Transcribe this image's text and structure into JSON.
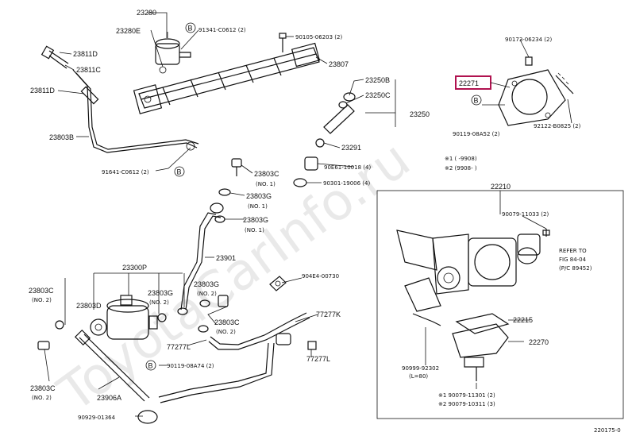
{
  "watermark": "ToyotaCarInfo.ru",
  "figure_id": "220175-0",
  "highlight_color": "#b0124f",
  "callouts": {
    "p23280": "23280",
    "p23280E": "23280E",
    "b1": "91341-C0612 (2)",
    "p90105": "90105-06203 (2)",
    "p23807": "23807",
    "p23811D_a": "23811D",
    "p23811C": "23811C",
    "p23811D_b": "23811D",
    "p23803B": "23803B",
    "b2": "91641-C0612 (2)",
    "p23250B": "23250B",
    "p23250C": "23250C",
    "p23250": "23250",
    "p23291": "23291",
    "p90861": "90E61-10018 (4)",
    "p90301": "90301-19006 (4)",
    "p90173": "90173-06234 (2)",
    "p22271": "22271",
    "b3": "90119-08A52 (2)",
    "p92122": "92122-B0825 (2)",
    "note1": "※1 (     -9908)",
    "note2": "※2 (9908-     )",
    "p23803C_a": "23803C",
    "no1_a": "(NO. 1)",
    "p23803G_a": "23803G",
    "no1_b": "(NO. 1)",
    "p23803G_b": "23803G",
    "no1_c": "(NO. 1)",
    "p23901": "23901",
    "p23300P": "23300P",
    "p23803C_b": "23803C",
    "no2_a": "(NO. 2)",
    "p23803D": "23803D",
    "p23803G_c": "23803G",
    "no2_b": "(NO. 2)",
    "p23803G_d": "23803G",
    "no2_c": "(NO. 2)",
    "p23803C_c": "23803C",
    "no2_d": "(NO. 2)",
    "p77277L_a": "77277L",
    "p904E4": "904E4-00730",
    "p77277K": "77277K",
    "p77277L_b": "77277L",
    "b4": "90119-08A74 (2)",
    "p23803C_d": "23803C",
    "no2_e": "(NO. 2)",
    "p23906A": "23906A",
    "p90929": "90929-01364",
    "p22210": "22210",
    "p90079_a": "90079-11033 (2)",
    "refer1": "REFER TO",
    "refer2": "FIG 84-04",
    "refer3": "(P/C 89452)",
    "p22215": "22215",
    "p22270": "22270",
    "p90999": "90999-92302",
    "p90999_len": "(L=80)",
    "note3": "※1 90079-11301 (2)",
    "note4": "※2 90079-10311 (3)"
  }
}
